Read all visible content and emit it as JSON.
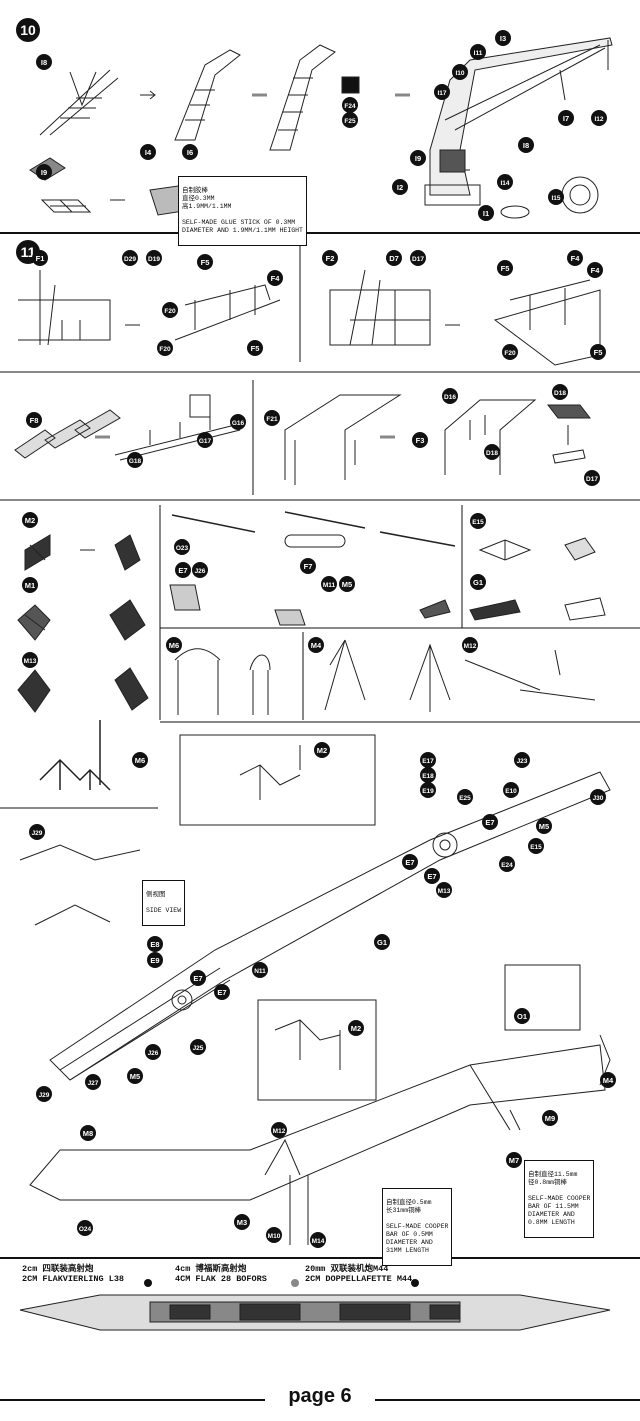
{
  "steps": [
    {
      "id": "step10",
      "label": "10"
    },
    {
      "id": "step11",
      "label": "11"
    }
  ],
  "step10_labels": [
    "I8",
    "I9",
    "I4",
    "I6",
    "F24",
    "F25",
    "I3",
    "I11",
    "I10",
    "I17",
    "I8",
    "I7",
    "I12",
    "I9",
    "I2",
    "I14",
    "I1",
    "I15"
  ],
  "step11_labels": [
    "F1",
    "D29",
    "D19",
    "F5",
    "F4",
    "F20",
    "F20",
    "F5",
    "F2",
    "D7",
    "D17",
    "F5",
    "F4",
    "F4",
    "F20",
    "F5"
  ],
  "row2_labels": [
    "F8",
    "G16",
    "G17",
    "G18",
    "F21",
    "D16",
    "F3",
    "D18",
    "D18",
    "D17"
  ],
  "row3_labels": [
    "M2",
    "M1",
    "M13",
    "M6",
    "O23",
    "F7",
    "E7",
    "J26",
    "M11",
    "M5",
    "E15",
    "G1",
    "M6",
    "M4",
    "M12"
  ],
  "hull_labels": [
    "M2",
    "E17",
    "E18",
    "E19",
    "J23",
    "E25",
    "E10",
    "J30",
    "E7",
    "M5",
    "E7",
    "E15",
    "E7",
    "E24",
    "M13",
    "J29",
    "E8",
    "E9",
    "G1",
    "E7",
    "N11",
    "E7",
    "M2",
    "J26",
    "J25",
    "J29",
    "J27",
    "M5",
    "O1",
    "M4",
    "M9",
    "M7",
    "M8",
    "M12",
    "M3",
    "M10",
    "M14",
    "O24"
  ],
  "notes": {
    "glue_cn": "自制胶棒\n直径0.3MM\n高1.9MM/1.1MM",
    "glue_en": "SELF-MADE GLUE STICK OF 0.3MM\nDIAMETER AND 1.9MM/1.1MM HEIGHT",
    "side_cn": "侧视图",
    "side_en": "SIDE VIEW",
    "bar1_cn": "自制直径0.5mm\n长31mm铜棒",
    "bar1_en": "SELF-MADE COOPER\nBAR OF 0.5MM\nDIAMETER AND\n31MM LENGTH",
    "bar2_cn": "自制直径11.5mm\n径0.8mm铜棒",
    "bar2_en": "SELF-MADE COOPER\nBAR OF 11.5MM\nDIAMETER AND\n0.8MM LENGTH"
  },
  "legend": [
    {
      "cn": "2cm 四联装高射炮",
      "en": "2CM FLAKVIERLING L38",
      "color": "#111111"
    },
    {
      "cn": "4cm 博福斯高射炮",
      "en": "4CM FLAK 28 BOFORS",
      "color": "#888888"
    },
    {
      "cn": "20mm 双联装机炮M44",
      "en": "2CM DOPPELLAFETTE M44",
      "color": "#111111"
    }
  ],
  "page_label": "page 6"
}
